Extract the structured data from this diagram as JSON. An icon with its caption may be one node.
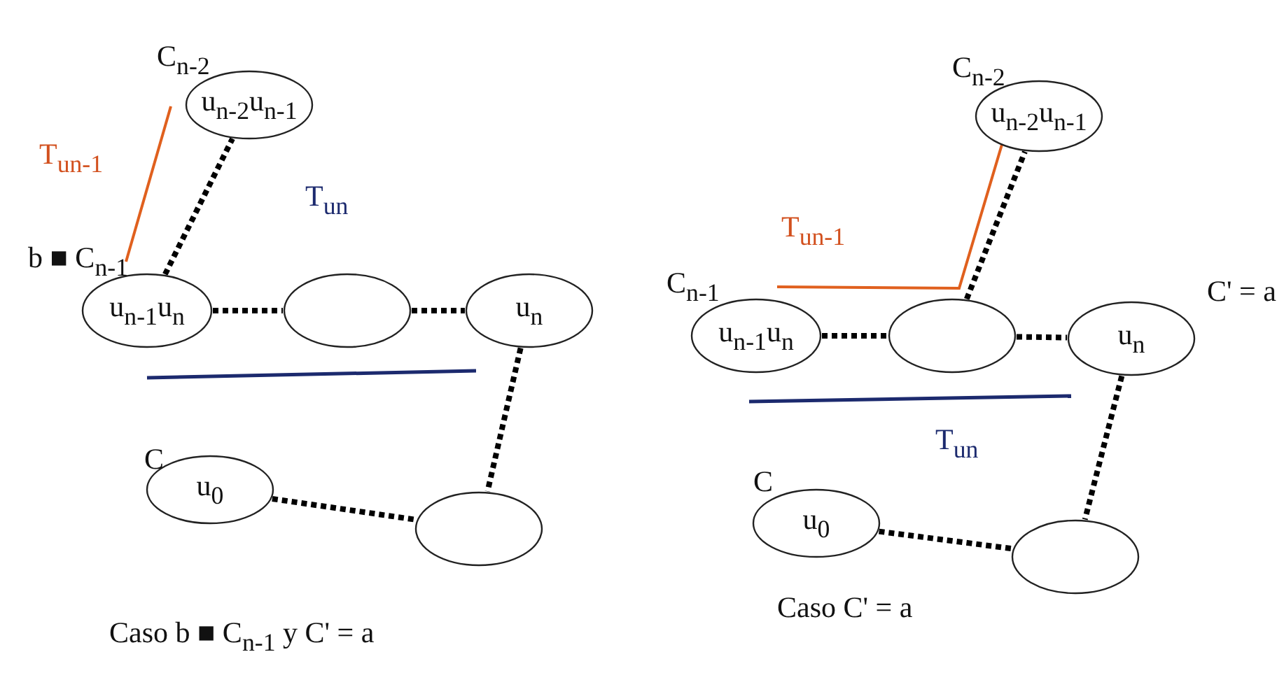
{
  "diagram": {
    "nodes": [
      {
        "text": [
          "u$_{n-2}$u$_{n-1}$"
        ],
        "beside": [
          "C$_{n-2}$"
        ]
      },
      {
        "text": [
          "u$_{n-1}$u$_{n}$"
        ],
        "beside": [
          "b ■ C$_{n-1}$"
        ]
      },
      {
        "text": [],
        "shape": "circle"
      },
      {
        "text": [
          "u$_{n}$"
        ]
      },
      {
        "text": [
          "u$_{0}$"
        ],
        "beside": [
          "C"
        ]
      },
      {
        "text": [],
        "shape": "circle"
      },
      {
        "text": [
          "u$_{n-2}$u$_{n-1}$"
        ],
        "beside": [
          "C$_{n-2}$"
        ]
      },
      {
        "text": [
          "u$_{n-1}$u$_{n}$"
        ],
        "beside": [
          "C$_{n-1}$"
        ]
      },
      {
        "text": [],
        "shape": "circle"
      },
      {
        "text": [
          "u$_{n}$"
        ]
      },
      {
        "text": [
          "u$_{0}$"
        ],
        "beside": [
          "C"
        ]
      },
      {
        "text": [],
        "shape": "circle"
      }
    ],
    "edges": [
      {
        "from": 1,
        "to": 0,
        "arrow": "none",
        "style": "dashed"
      },
      {
        "from": 1,
        "to": 2,
        "arrow": "none",
        "style": "dashed"
      },
      {
        "from": 2,
        "to": 3,
        "arrow": "none",
        "style": "dashed"
      },
      {
        "from": 3,
        "to": 5,
        "arrow": "none",
        "style": "dashed"
      },
      {
        "from": 4,
        "to": 5,
        "arrow": "none",
        "style": "dashed"
      },
      {
        "from": 8,
        "to": 6,
        "arrow": "none",
        "style": "dashed"
      },
      {
        "from": 7,
        "to": 8,
        "arrow": "none",
        "style": "dashed"
      },
      {
        "from": 8,
        "to": 9,
        "arrow": "none",
        "style": "dashed"
      },
      {
        "from": 9,
        "to": 11,
        "arrow": "none",
        "style": "dashed"
      },
      {
        "from": 10,
        "to": 11,
        "arrow": "none",
        "style": "dashed"
      }
    ],
    "labels": [
      "T$_{un-1}$",
      "T$_{un}$",
      "Caso b ■ C$_{n-1}$ y C' = a",
      "T$_{un-1}$",
      "C' = a",
      "T$_{un}$",
      "Caso C' = a"
    ]
  }
}
